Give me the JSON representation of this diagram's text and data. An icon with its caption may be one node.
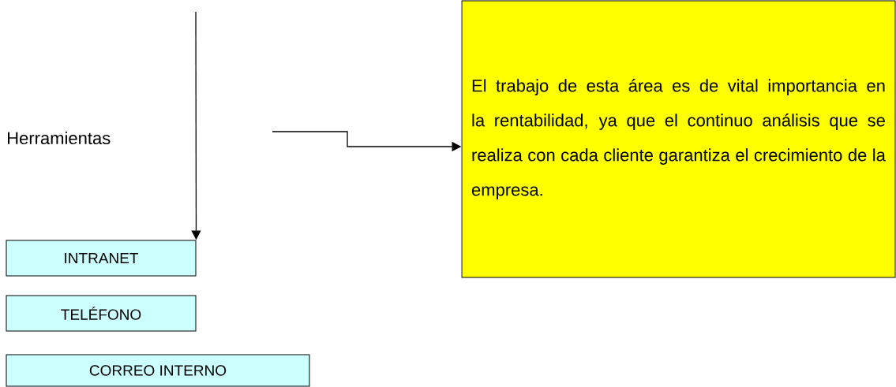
{
  "diagram": {
    "nodes": [
      {
        "text": [
          "El trabajo de esta área es de vital importancia en la rentabilidad, ya que el continuo análisis que se realiza con cada cliente garantiza el crecimiento de la empresa."
        ]
      },
      {
        "text": [
          "INTRANET"
        ]
      },
      {
        "text": [
          "TELÉFONO"
        ]
      },
      {
        "text": [
          "CORREO INTERNO"
        ]
      }
    ],
    "edges": [
      {
        "from": null,
        "to": 1,
        "arrow": "to"
      },
      {
        "from": null,
        "to": 0,
        "arrow": "to"
      }
    ],
    "labels": [
      "Herramientas"
    ]
  }
}
